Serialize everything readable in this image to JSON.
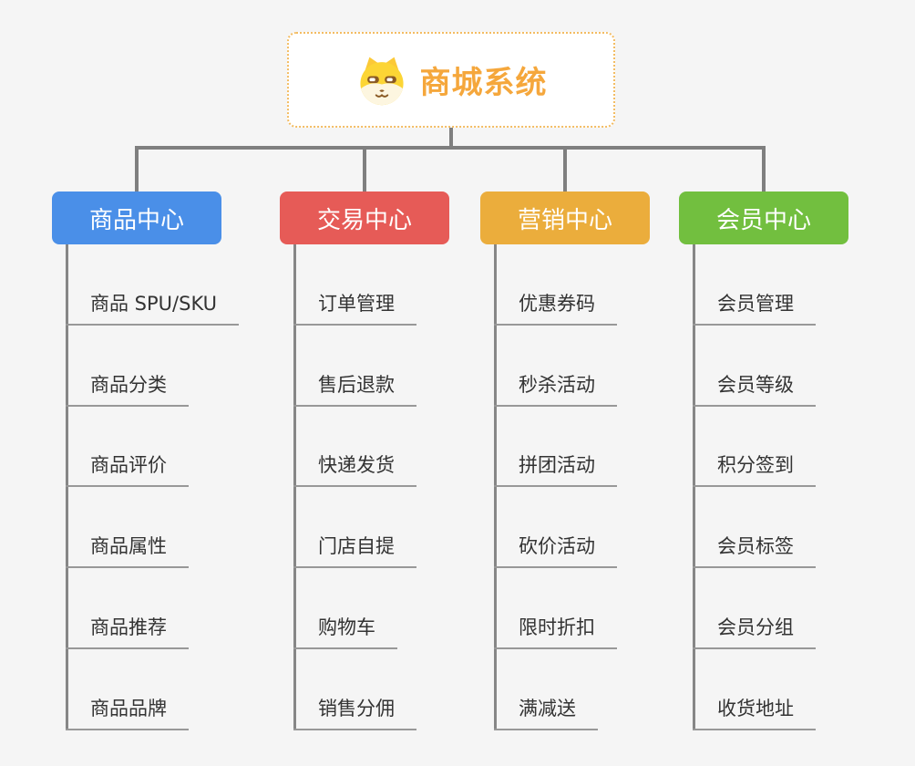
{
  "canvas": {
    "background_color": "#f5f5f5",
    "connector_color": "#7f7f7f",
    "child_line_color": "#989898"
  },
  "root": {
    "title": "商城系统",
    "icon": "dog-face-icon",
    "title_color": "#f5a73c",
    "border_color": "#f3bc62"
  },
  "branches": [
    {
      "label": "商品中心",
      "color": "#4a8fe8",
      "children": [
        "商品 SPU/SKU",
        "商品分类",
        "商品评价",
        "商品属性",
        "商品推荐",
        "商品品牌"
      ]
    },
    {
      "label": "交易中心",
      "color": "#e65b57",
      "children": [
        "订单管理",
        "售后退款",
        "快递发货",
        "门店自提",
        "购物车",
        "销售分佣"
      ]
    },
    {
      "label": "营销中心",
      "color": "#ebad3c",
      "children": [
        "优惠券码",
        "秒杀活动",
        "拼团活动",
        "砍价活动",
        "限时折扣",
        "满减送"
      ]
    },
    {
      "label": "会员中心",
      "color": "#72bf3f",
      "children": [
        "会员管理",
        "会员等级",
        "积分签到",
        "会员标签",
        "会员分组",
        "收货地址"
      ]
    }
  ]
}
